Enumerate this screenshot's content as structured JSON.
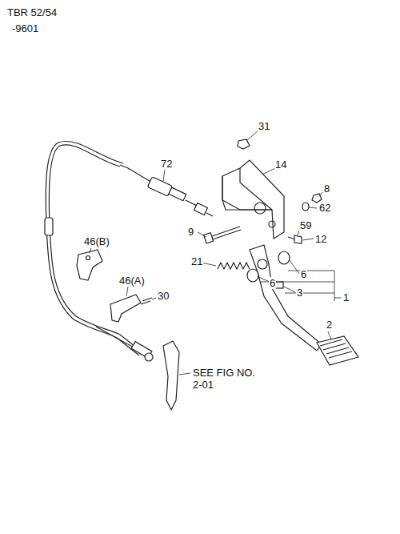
{
  "diagram": {
    "labels": [
      "TBR 52/54",
      "-9601",
      "31",
      "72",
      "14",
      "8",
      "62",
      "9",
      "59",
      "12",
      "46(B)",
      "21",
      "6",
      "6",
      "3",
      "1",
      "46(A)",
      "30",
      "2",
      "SEE FIG NO. 2-01"
    ]
  }
}
